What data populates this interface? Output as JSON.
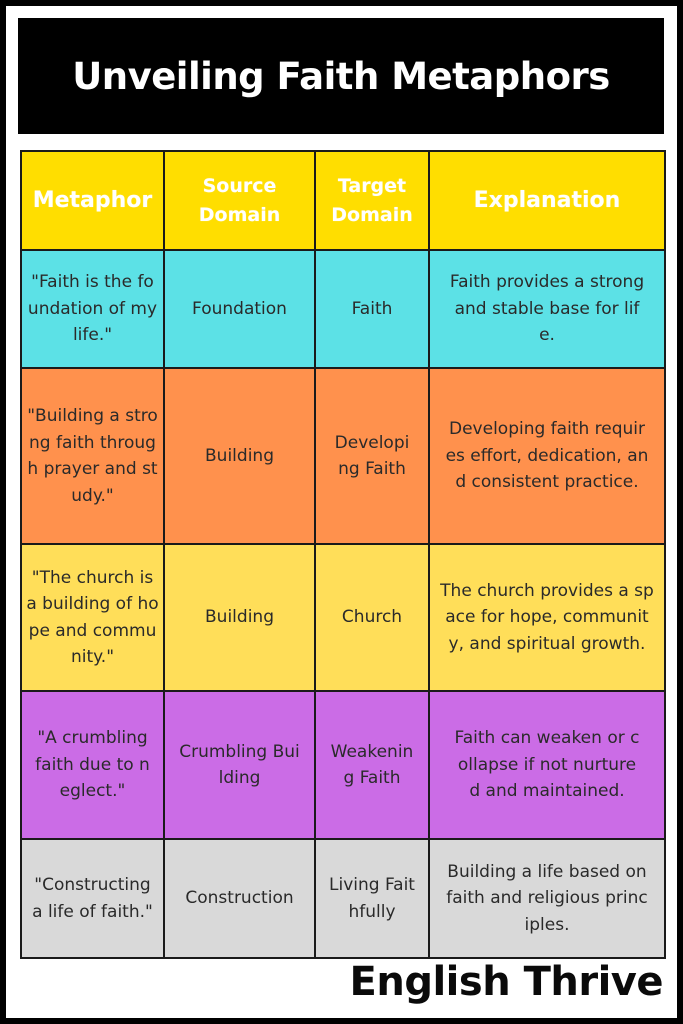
{
  "title": "Unveiling Faith Metaphors",
  "colors": {
    "header": "#FFDE00",
    "cyan": "#5CE1E6",
    "orange": "#FF914D",
    "yellow": "#FFDE59",
    "purple": "#CB6CE6",
    "gray": "#D9D9D9",
    "title_bg": "#000000"
  },
  "table": {
    "headers": [
      "Metaphor",
      "Source Domain",
      "Target Domain",
      "Explanation"
    ],
    "rows": [
      {
        "metaphor": "\"Faith is the foundation of my life.\"",
        "source": "Foundation",
        "target": "Faith",
        "explanation": "Faith provides a strong and stable base for life."
      },
      {
        "metaphor": "\"Building a strong faith through prayer and study.\"",
        "source": "Building",
        "target": "Developing Faith",
        "explanation": "Developing faith requires effort, dedication, and consistent practice."
      },
      {
        "metaphor": "\"The church is a building of hope and community.\"",
        "source": "Building",
        "target": "Church",
        "explanation": "The church provides a space for hope, community, and spiritual growth."
      },
      {
        "metaphor": "\"A crumbling faith due to neglect.\"",
        "source": "Crumbling Building",
        "target": "Weakening Faith",
        "explanation": "Faith can weaken or collapse if not nurtured and maintained."
      },
      {
        "metaphor": "\"Constructing a life of faith.\"",
        "source": "Construction",
        "target": "Living Faithfully",
        "explanation": "Building a life based on faith and religious principles."
      }
    ]
  },
  "footer": {
    "brand": "English Thrive"
  }
}
